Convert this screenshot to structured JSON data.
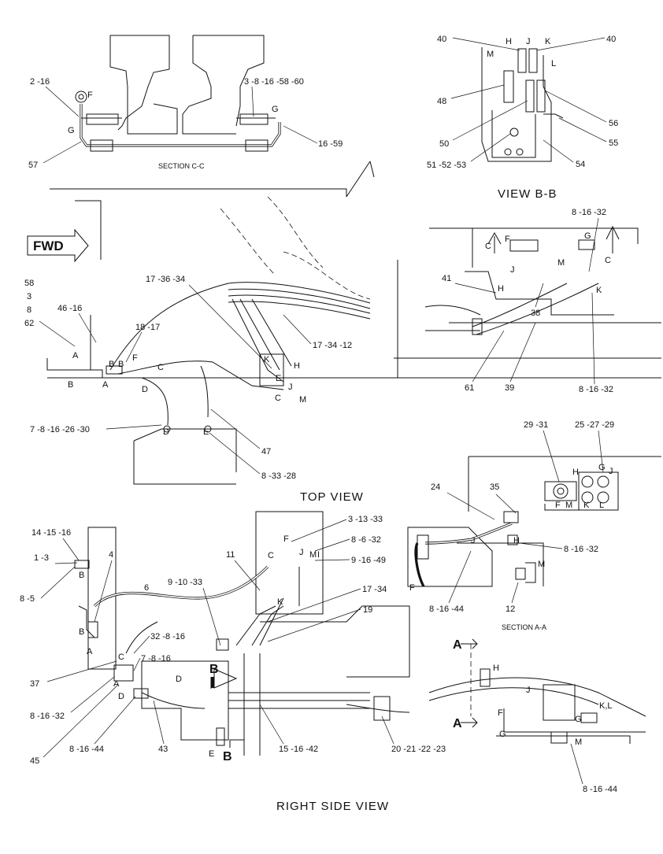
{
  "views": {
    "section_cc": "SECTION C-C",
    "view_bb": "VIEW B-B",
    "top_view": "TOP VIEW",
    "section_aa": "SECTION A-A",
    "right_side_view": "RIGHT SIDE VIEW"
  },
  "fwd_arrow": "FWD",
  "callouts": {
    "section_cc": [
      "2 -16",
      "3 -8 -16 -58 -60",
      "57",
      "16 -59"
    ],
    "view_bb": [
      "40",
      "40",
      "48",
      "56",
      "50",
      "55",
      "51 -52 -53",
      "54"
    ],
    "top_view": [
      "58",
      "3",
      "8",
      "62",
      "46 -16",
      "18 -17",
      "17 -36 -34",
      "17 -34 -12",
      "7 -8 -16 -26 -30",
      "47",
      "8 -33 -28",
      "8 -16 -32",
      "41",
      "38",
      "61",
      "39",
      "8 -16 -32"
    ],
    "fittings_detail": [
      "29 -31",
      "25 -27 -29"
    ],
    "section_aa": [
      "24",
      "35",
      "8 -16 -32",
      "8 -16 -44",
      "12"
    ],
    "right_side_view": [
      "14 -15 -16",
      "1 -3",
      "8 -5",
      "4",
      "6",
      "11",
      "3 -13 -33",
      "8 -6 -32",
      "9 -16 -49",
      "9 -10 -33",
      "17 -34",
      "19",
      "32 -8 -16",
      "7 -8 -16",
      "37",
      "8 -16 -32",
      "45",
      "8 -16 -44",
      "43",
      "15 -16 -42",
      "20 -21 -22 -23",
      "8 -16 -44"
    ]
  },
  "letters": {
    "section_cc": [
      "F",
      "G",
      "G"
    ],
    "view_bb": [
      "H",
      "J",
      "K",
      "M",
      "L"
    ],
    "top_view": [
      "C",
      "F",
      "G",
      "C",
      "M",
      "J",
      "H",
      "K",
      "A",
      "B",
      "B",
      "A",
      "B",
      "F",
      "C",
      "D",
      "K",
      "H",
      "E",
      "J",
      "C",
      "M",
      "D",
      "E"
    ],
    "fittings_detail": [
      "H",
      "G",
      "J",
      "F",
      "M",
      "K",
      "L"
    ],
    "section_aa": [
      "J",
      "H",
      "F",
      "M"
    ],
    "right_side_view": [
      "F",
      "C",
      "J",
      "M",
      "I",
      "K",
      "B",
      "A",
      "C",
      "A",
      "D",
      "D",
      "B",
      "E",
      "B",
      "H",
      "J",
      "F",
      "G",
      "G",
      "K,L",
      "M",
      "A",
      "A"
    ]
  }
}
